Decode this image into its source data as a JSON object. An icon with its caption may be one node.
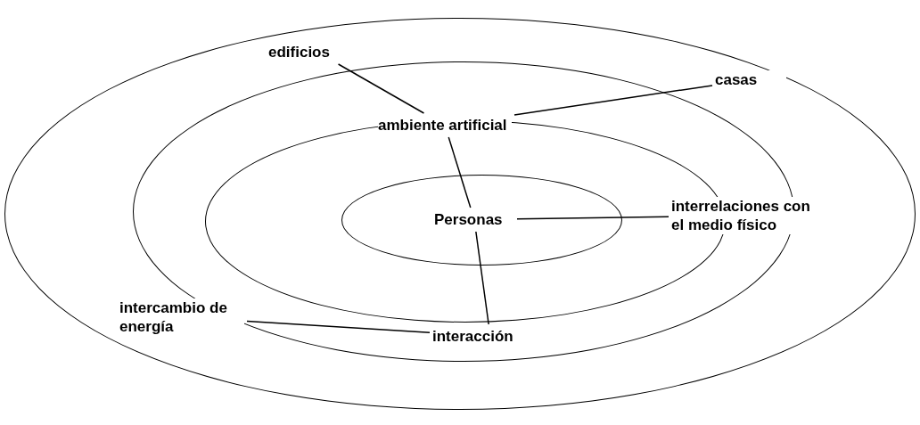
{
  "diagram": {
    "nodes": [
      {
        "text": [],
        "shape": "ellipse"
      },
      {
        "text": [],
        "shape": "ellipse",
        "in": 0
      },
      {
        "text": [],
        "shape": "ellipse",
        "in": 1
      },
      {
        "text": [],
        "shape": "ellipse",
        "in": 2
      },
      {
        "text": [
          "Personas"
        ],
        "in": 3
      },
      {
        "text": [
          "edificios"
        ],
        "in": 0
      },
      {
        "text": [
          "casas"
        ],
        "in": 1
      },
      {
        "text": [
          "ambiente artificial"
        ],
        "in": 1
      },
      {
        "text": [
          "interrelaciones con el medio físico"
        ],
        "in": 0
      },
      {
        "text": [
          "intercambio de energía"
        ],
        "in": 0
      },
      {
        "text": [
          "interacción"
        ],
        "in": 1
      }
    ],
    "edges": [
      {
        "from": 5,
        "to": 7,
        "arrow": "none"
      },
      {
        "from": 6,
        "to": 7,
        "arrow": "none"
      },
      {
        "from": 7,
        "to": 4,
        "arrow": "none"
      },
      {
        "from": 4,
        "to": 8,
        "arrow": "none"
      },
      {
        "from": 4,
        "to": 10,
        "arrow": "none"
      },
      {
        "from": 9,
        "to": 10,
        "arrow": "none"
      }
    ]
  }
}
